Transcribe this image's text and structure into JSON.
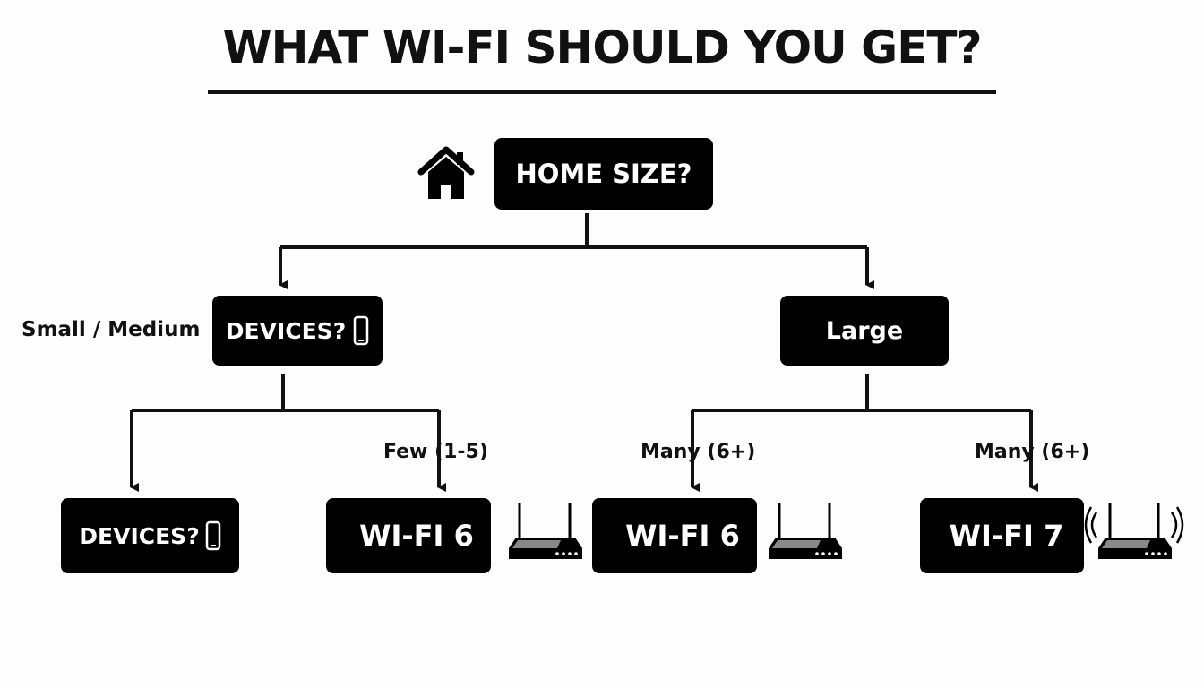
{
  "title": "WHAT WI-FI SHOULD YOU GET?",
  "nodes": {
    "root": "HOME SIZE?",
    "devices_mid": "DEVICES?",
    "large": "Large",
    "devices_bottom": "DEVICES?",
    "wifi6_left": "WI-FI 6",
    "wifi6_mid": "WI-FI 6",
    "wifi7": "WI-FI 7"
  },
  "edge_labels": {
    "small_medium": "Small / Medium",
    "few": "Few (1-5)",
    "many_left": "Many (6+)",
    "many_right": "Many (6+)"
  },
  "icons": [
    "house-icon",
    "phone-icon",
    "router-icon",
    "wifi-signal-icon"
  ],
  "colors": {
    "node_fill": "#000000",
    "node_text": "#ffffff",
    "line": "#111111"
  }
}
